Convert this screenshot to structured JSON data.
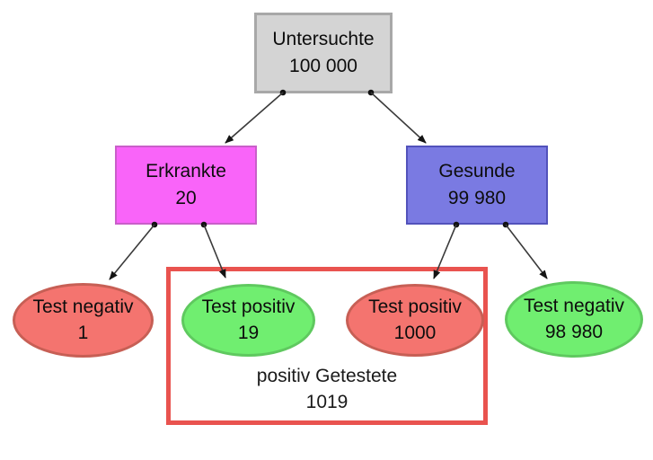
{
  "diagram": {
    "type": "tree",
    "nodes": {
      "examined": {
        "label": "Untersuchte",
        "value": "100 000",
        "shape": "rectangle",
        "fill": "#d4d4d4"
      },
      "diseased": {
        "label": "Erkrankte",
        "value": "20",
        "shape": "rectangle",
        "fill": "#f964f9"
      },
      "healthy": {
        "label": "Gesunde",
        "value": "99 980",
        "shape": "rectangle",
        "fill": "#7a7ae2"
      },
      "diseased_test_negative": {
        "label": "Test negativ",
        "value": "1",
        "shape": "ellipse",
        "fill": "#f4746f"
      },
      "diseased_test_positive": {
        "label": "Test positiv",
        "value": "19",
        "shape": "ellipse",
        "fill": "#70ee70"
      },
      "healthy_test_positive": {
        "label": "Test positiv",
        "value": "1000",
        "shape": "ellipse",
        "fill": "#f4746f"
      },
      "healthy_test_negative": {
        "label": "Test negativ",
        "value": "98 980",
        "shape": "ellipse",
        "fill": "#70ee70"
      }
    },
    "edges": [
      {
        "from": "examined",
        "to": "diseased"
      },
      {
        "from": "examined",
        "to": "healthy"
      },
      {
        "from": "diseased",
        "to": "diseased_test_negative"
      },
      {
        "from": "diseased",
        "to": "diseased_test_positive"
      },
      {
        "from": "healthy",
        "to": "healthy_test_positive"
      },
      {
        "from": "healthy",
        "to": "healthy_test_negative"
      }
    ],
    "group": {
      "label": "positiv Getestete",
      "value": "1019",
      "contains": [
        "diseased_test_positive",
        "healthy_test_positive"
      ],
      "frame_color": "#e9534f"
    },
    "colors": {
      "examined_fill": "#d4d4d4",
      "examined_border": "#a8a8a8",
      "diseased_fill": "#f964f9",
      "healthy_fill": "#7a7ae2",
      "red_ellipse_fill": "#f4746f",
      "green_ellipse_fill": "#70ee70",
      "group_frame": "#e9534f",
      "arrow": "#3a3a3a"
    }
  }
}
